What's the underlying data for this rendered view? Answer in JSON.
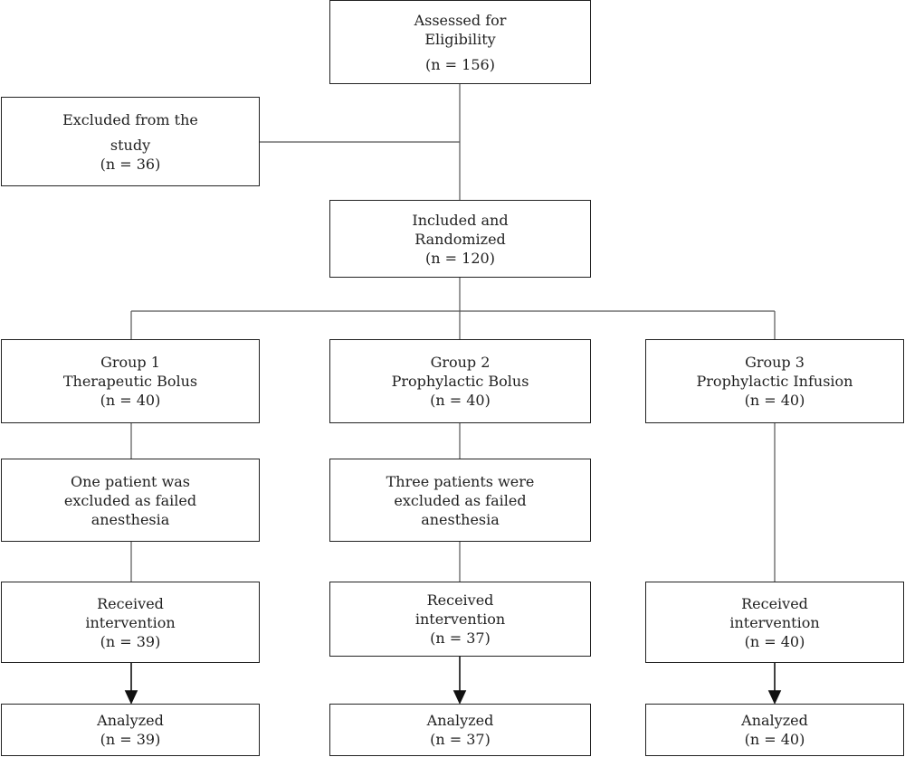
{
  "flow": {
    "assessed": {
      "lines": [
        "Assessed for",
        "Eligibility"
      ],
      "n": "(n = 156)"
    },
    "excluded": {
      "lines": [
        "Excluded from the",
        "study"
      ],
      "n": "(n = 36)"
    },
    "included": {
      "lines": [
        "Included and",
        "Randomized"
      ],
      "n": "(n = 120)"
    },
    "groups": [
      {
        "title": [
          "Group 1",
          "Therapeutic Bolus"
        ],
        "n": "(n = 40)",
        "dropout": [
          "One patient was",
          "excluded as failed",
          "anesthesia"
        ],
        "received": [
          "Received",
          "intervention"
        ],
        "received_n": "(n = 39)",
        "analyzed": "Analyzed",
        "analyzed_n": "(n = 39)"
      },
      {
        "title": [
          "Group 2",
          "Prophylactic Bolus"
        ],
        "n": "(n = 40)",
        "dropout": [
          "Three patients were",
          "excluded as failed",
          "anesthesia"
        ],
        "received": [
          "Received",
          "intervention"
        ],
        "received_n": "(n = 37)",
        "analyzed": "Analyzed",
        "analyzed_n": "(n = 37)"
      },
      {
        "title": [
          "Group 3",
          "Prophylactic Infusion"
        ],
        "n": "(n = 40)",
        "received": [
          "Received",
          "intervention"
        ],
        "received_n": "(n = 40)",
        "analyzed": "Analyzed",
        "analyzed_n": "(n = 40)"
      }
    ]
  }
}
